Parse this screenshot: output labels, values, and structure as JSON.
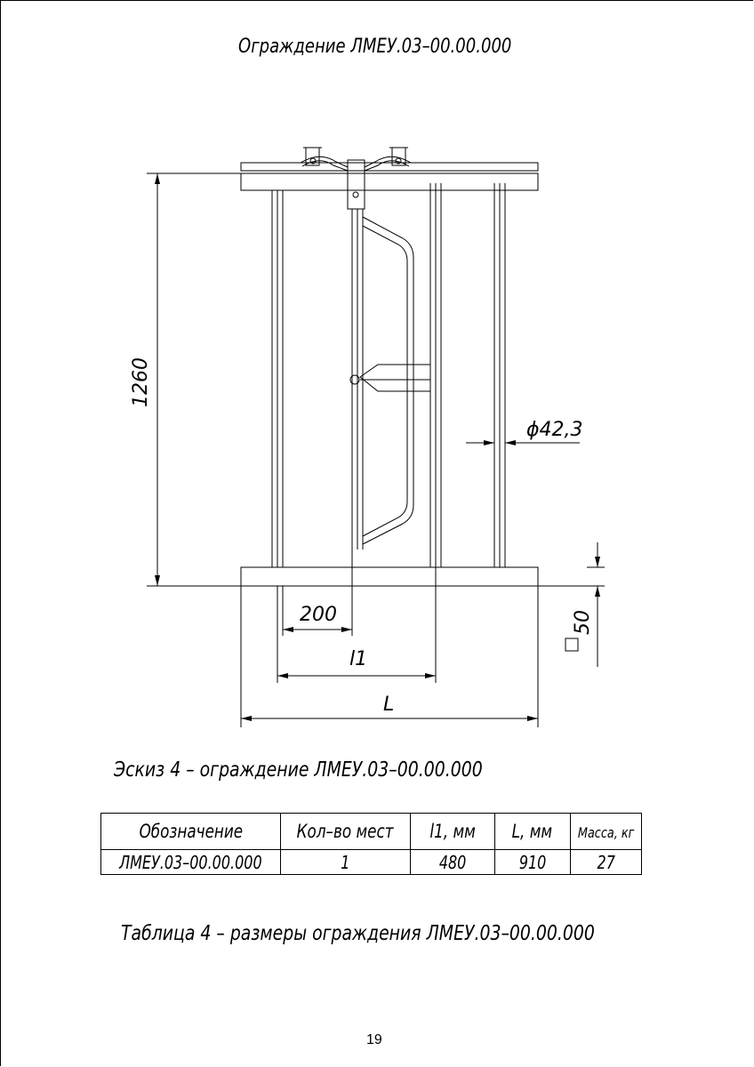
{
  "document": {
    "title": "Ограждение ЛМЕУ.03–00.00.000",
    "sketch_caption": "Эскиз 4 – ограждение ЛМЕУ.03–00.00.000",
    "table_caption": "Таблица 4 – размеры ограждения ЛМЕУ.03–00.00.000",
    "page_number": "19"
  },
  "drawing": {
    "dim_height": "1260",
    "dim_diameter": "ϕ42,3",
    "dim_200": "200",
    "dim_l1": "l1",
    "dim_L": "L",
    "dim_50": "50"
  },
  "table": {
    "headers": [
      "Обозначение",
      "Кол–во мест",
      "l1, мм",
      "L, мм",
      "Масса, кг"
    ],
    "rows": [
      [
        "ЛМЕУ.03–00.00.000",
        "1",
        "480",
        "910",
        "27"
      ]
    ]
  }
}
